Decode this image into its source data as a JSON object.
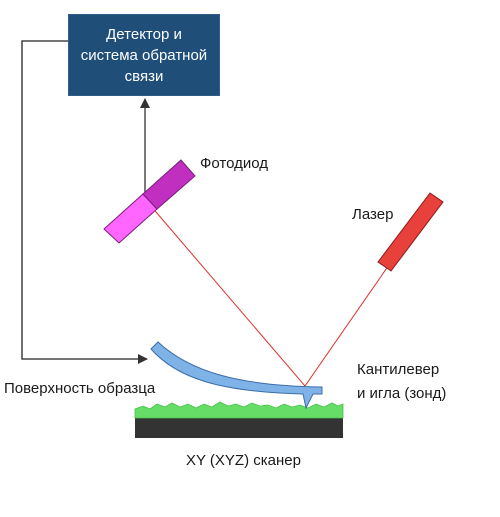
{
  "detector": {
    "line1": "Детектор и",
    "line2": "система обратной",
    "line3": "связи"
  },
  "labels": {
    "photodiode": "Фотодиод",
    "laser": "Лазер",
    "sample_surface": "Поверхность образца",
    "cantilever_line1": "Кантилевер",
    "cantilever_line2": "и игла (зонд)",
    "scanner": "XY (XYZ) сканер"
  },
  "colors": {
    "detector_fill": "#1f4e79",
    "photodiode_light": "#ff66ff",
    "photodiode_dark": "#c02fc0",
    "laser_body": "#e8403a",
    "laser_beam": "#e03030",
    "cantilever": "#7fb2e6",
    "sample_surface": "#66dd66",
    "scanner_base": "#333333",
    "feedback_line": "#222222"
  }
}
